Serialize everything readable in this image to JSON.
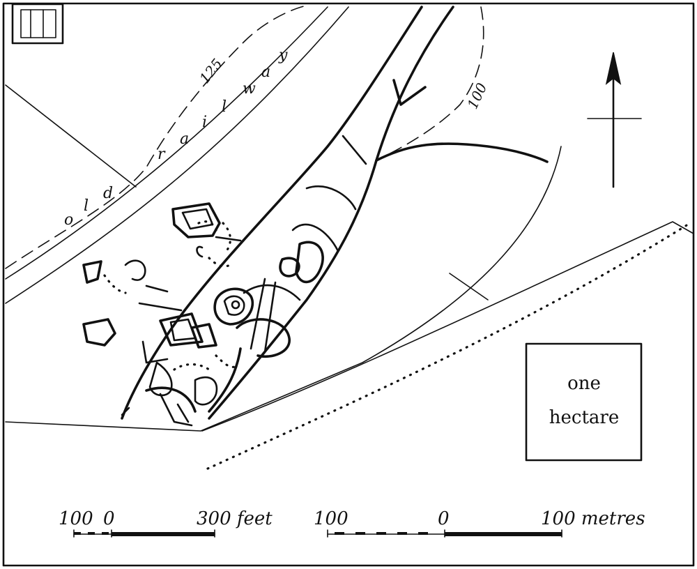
{
  "map": {
    "railway_letters": [
      "o",
      "l",
      "d",
      "r",
      "a",
      "i",
      "l",
      "w",
      "a",
      "y"
    ],
    "contours": {
      "upper": "125",
      "lower": "100"
    },
    "area_box": {
      "line1": "one",
      "line2": "hectare"
    },
    "scale_feet": {
      "left": "100",
      "zero": "0",
      "right": "300 feet"
    },
    "scale_metres": {
      "left": "100",
      "zero": "0",
      "right": "100 metres"
    },
    "north_arrow_icon": "north-arrow-icon",
    "ink_color": "#111111"
  }
}
